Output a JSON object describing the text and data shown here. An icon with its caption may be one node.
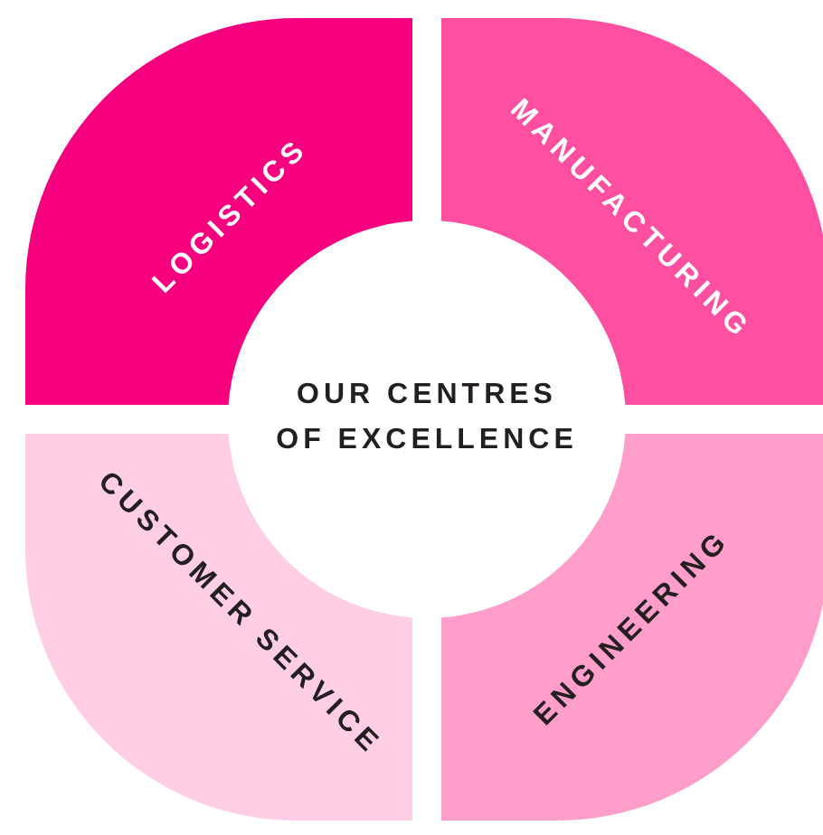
{
  "diagram": {
    "nodes": [
      {
        "text": [
          "OUR CENTRES OF EXCELLENCE"
        ]
      },
      {
        "text": [
          "LOGISTICS"
        ]
      },
      {
        "text": [
          "MANUFACTURING"
        ]
      },
      {
        "text": [
          "CUSTOMER SERVICE"
        ]
      },
      {
        "text": [
          "ENGINEERING"
        ]
      }
    ]
  }
}
